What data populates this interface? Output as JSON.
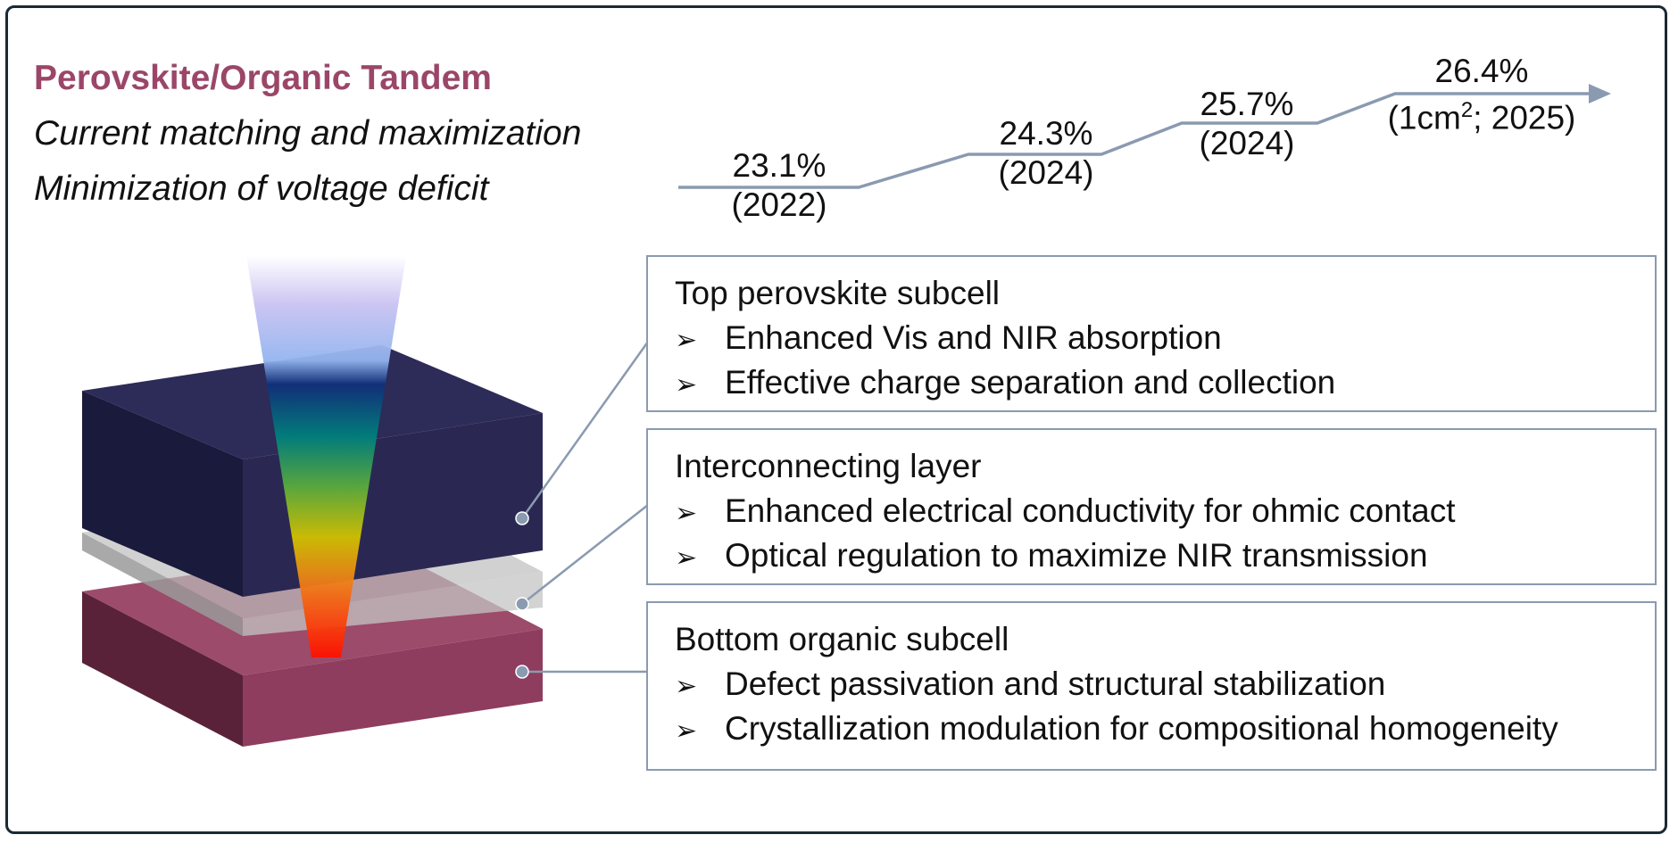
{
  "header": {
    "title": "Perovskite/Organic Tandem",
    "line1": "Current matching and maximization",
    "line2": "Minimization of voltage deficit"
  },
  "efficiency_timeline": [
    {
      "value": "23.1%",
      "note": "(2022)"
    },
    {
      "value": "24.3%",
      "note": "(2024)"
    },
    {
      "value": "25.7%",
      "note": "(2024)"
    },
    {
      "value": "26.4%",
      "note_pre": "(1cm",
      "note_sup": "2",
      "note_post": "; 2025)"
    }
  ],
  "layers": [
    {
      "title": "Top perovskite subcell",
      "bullets": [
        "Enhanced Vis and NIR absorption",
        "Effective charge separation and collection"
      ]
    },
    {
      "title": "Interconnecting layer",
      "bullets": [
        "Enhanced electrical conductivity for ohmic contact",
        "Optical regulation to maximize NIR transmission"
      ]
    },
    {
      "title": "Bottom organic subcell",
      "bullets": [
        "Defect passivation and structural stabilization",
        "Crystallization modulation for compositional homogeneity"
      ]
    }
  ],
  "bullet_glyph": "➢",
  "colors": {
    "title": "#9b4668",
    "connector": "#8a9ab0",
    "perovskite_top": "#2c2a55",
    "organic_front": "#8e3d5e",
    "interconnect": "#bcbcbc"
  }
}
